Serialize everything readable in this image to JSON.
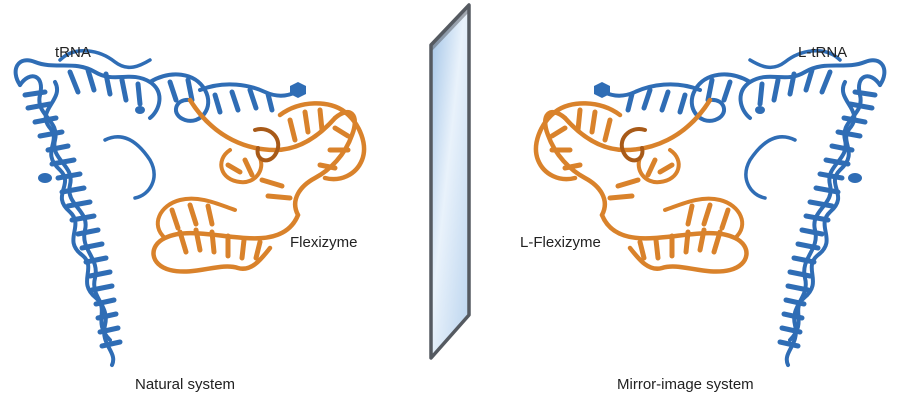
{
  "labels": {
    "trna_natural": "tRNA",
    "trna_mirror": "L-tRNA",
    "flexizyme_natural": "Flexizyme",
    "flexizyme_mirror": "L-Flexizyme"
  },
  "captions": {
    "natural": "Natural system",
    "mirror": "Mirror-image system"
  },
  "colors": {
    "trna_blue": "#2f6db5",
    "trna_blue_light": "#5b9be0",
    "flexizyme_orange": "#d9822b",
    "flexizyme_dark": "#a85a18",
    "mirror_edge": "#555a61",
    "mirror_glass": "#cfe1f2"
  },
  "icons": {
    "mirror": "mirror-plane-icon",
    "trna": "trna-structure-icon",
    "flexizyme": "flexizyme-structure-icon"
  }
}
